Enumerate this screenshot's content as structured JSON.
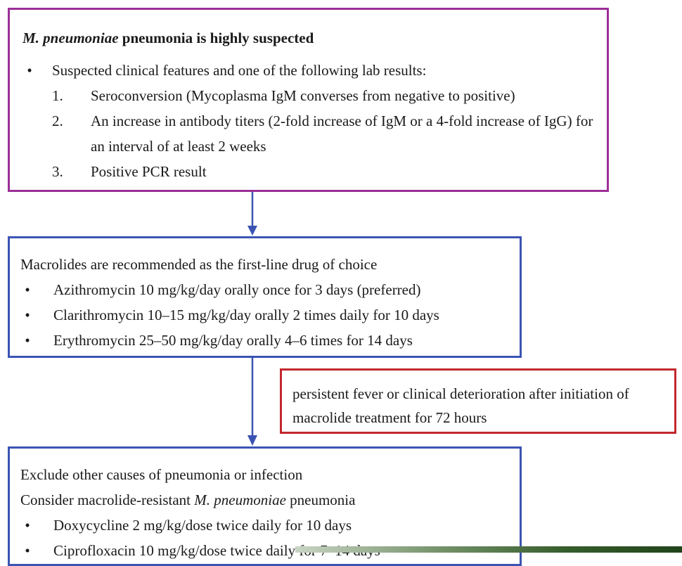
{
  "box1": {
    "title_italic": "M. pneumoniae",
    "title_rest": " pneumonia is highly suspected",
    "bullet": "Suspected clinical features and one of the following lab results:",
    "items": [
      {
        "num": "1.",
        "text": "Seroconversion (Mycoplasma IgM converses from negative to positive)"
      },
      {
        "num": "2.",
        "text": "An increase in antibody titers (2-fold increase of IgM or a 4-fold increase of IgG) for an interval of at least 2 weeks"
      },
      {
        "num": "3.",
        "text": "Positive PCR result"
      }
    ]
  },
  "box2": {
    "heading": "Macrolides are recommended as the first-line drug of choice",
    "bullets": [
      "Azithromycin 10 mg/kg/day orally once for 3 days (preferred)",
      "Clarithromycin 10–15 mg/kg/day orally 2 times daily for 10 days",
      "Erythromycin 25–50 mg/kg/day orally 4–6 times for 14 days"
    ]
  },
  "box3": {
    "text": "persistent fever or clinical deterioration after initiation of macrolide treatment for 72 hours"
  },
  "box4": {
    "line1": "Exclude other causes of pneumonia or infection",
    "line2_prefix": "Consider macrolide-resistant ",
    "line2_italic": "M. pneumoniae",
    "line2_suffix": " pneumonia",
    "bullets": [
      "Doxycycline 2 mg/kg/dose twice daily for 10 days",
      "Ciprofloxacin 10 mg/kg/dose twice daily for 7–14 days"
    ]
  },
  "bullet_glyph": "•",
  "colors": {
    "box1_border": "#9b2f97",
    "box2_border": "#3b54b3",
    "box3_border": "#c2282d",
    "box4_border": "#3b54b3",
    "arrow": "#3b54b3"
  }
}
